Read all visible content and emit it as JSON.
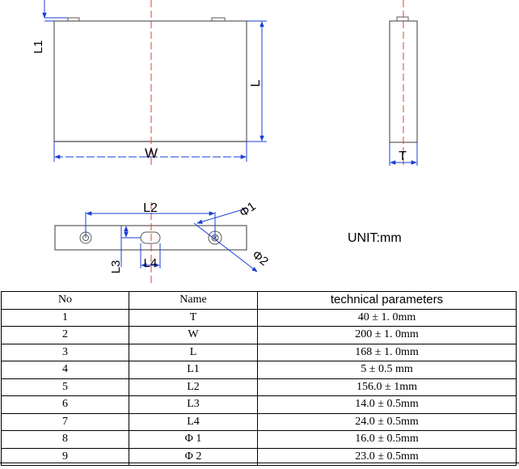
{
  "drawing": {
    "unit_label": "UNIT:mm",
    "labels": {
      "L1": "L1",
      "L": "L",
      "W": "W",
      "T": "T",
      "L2": "L2",
      "L3": "L3",
      "L4": "L4",
      "phi1": "Φ1",
      "phi2": "Φ2"
    },
    "colors": {
      "outline": "#5a5a5a",
      "dimension": "#1a3fd6",
      "centerline": "#e0403a"
    }
  },
  "table": {
    "headers": {
      "no": "No",
      "name": "Name",
      "params": "technical parameters"
    },
    "rows": [
      {
        "no": "1",
        "name": "T",
        "value": "40 ± 1. 0mm"
      },
      {
        "no": "2",
        "name": "W",
        "value": "200 ± 1. 0mm"
      },
      {
        "no": "3",
        "name": "L",
        "value": "168 ± 1. 0mm"
      },
      {
        "no": "4",
        "name": "L1",
        "value": "5 ± 0.5 mm"
      },
      {
        "no": "5",
        "name": "L2",
        "value": "156.0 ± 1mm"
      },
      {
        "no": "6",
        "name": "L3",
        "value": "14.0 ± 0.5mm"
      },
      {
        "no": "7",
        "name": "L4",
        "value": "24.0 ± 0.5mm"
      },
      {
        "no": "8",
        "name": "Φ 1",
        "value": "16.0 ± 0.5mm"
      },
      {
        "no": "9",
        "name": "Φ 2",
        "value": "23.0 ± 0.5mm"
      }
    ]
  }
}
